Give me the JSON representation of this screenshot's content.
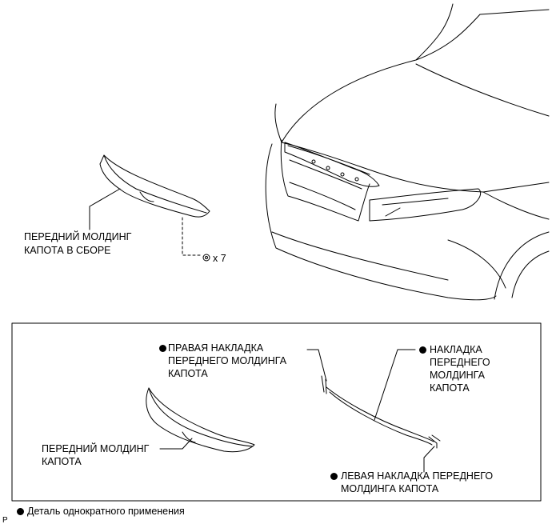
{
  "labels": {
    "hood_molding_assy": [
      "ПЕРЕДНИЙ МОЛДИНГ",
      "КАПОТА В СБОРЕ"
    ],
    "clip_count": "x 7",
    "right_cover": [
      "ПРАВАЯ НАКЛАДКА",
      "ПЕРЕДНЕГО МОЛДИНГА",
      "КАПОТА"
    ],
    "molding_cover": [
      "НАКЛАДКА",
      "ПЕРЕДНЕГО",
      "МОЛДИНГА",
      "КАПОТА"
    ],
    "hood_molding": [
      "ПЕРЕДНИЙ МОЛДИНГ",
      "КАПОТА"
    ],
    "left_cover": [
      "ЛЕВАЯ НАКЛАДКА ПЕРЕДНЕГО",
      "МОЛДИНГА КАПОТА"
    ]
  },
  "legend": {
    "text": "Деталь однократного применения",
    "page_mark": "P"
  },
  "colors": {
    "line": "#000000",
    "background": "#ffffff",
    "part_fill": "#ffffff"
  }
}
